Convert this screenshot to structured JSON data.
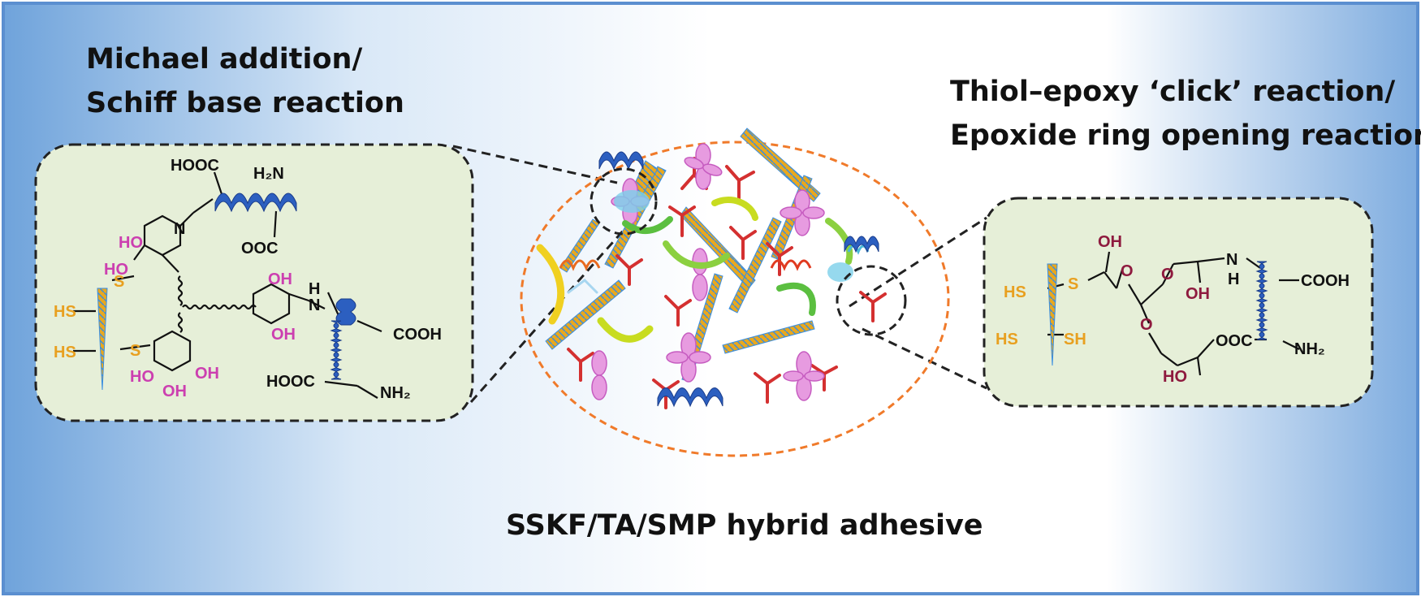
{
  "titles": {
    "left_line1": "Michael addition/",
    "left_line2": "Schiff base reaction",
    "right_line1": "Thiol–epoxy ‘click’ reaction/",
    "right_line2": "Epoxide ring opening reaction",
    "caption": "SSKF/TA/SMP hybrid adhesive"
  },
  "left_panel": {
    "hooc_top": "HOOC",
    "h2n": "H₂N",
    "ooc": "OOC",
    "n_imine": "N",
    "ho_1": "HO",
    "ho_2": "HO",
    "s_1": "S",
    "s_2": "S",
    "hs_1": "HS",
    "hs_2": "HS",
    "ho_3": "HO",
    "oh_bottom": "OH",
    "oh_right_ring": "OH",
    "oh_3": "OH",
    "oh_4": "OH",
    "nh": "H",
    "nh_n": "N",
    "cooh": "COOH",
    "hooc_bottom": "HOOC",
    "nh2": "NH₂"
  },
  "right_panel": {
    "hs_1": "HS",
    "hs_2": "HS",
    "sh": "SH",
    "s": "S",
    "oh_1": "OH",
    "o_1": "O",
    "o_2": "O",
    "o_3": "O",
    "oh_2": "OH",
    "nh_n": "N",
    "nh_h": "H",
    "cooh": "COOH",
    "ooc": "OOC",
    "nh2": "NH₂",
    "ho": "HO"
  },
  "colors": {
    "frame": "#5b8fd0",
    "panel_fill": "#e6efd8",
    "ellipse": "#f07a2a",
    "helix": "#2c5fc0",
    "sulfur": "#e8a020",
    "hydroxyl_pink": "#cc3fb0",
    "hydroxyl_maroon": "#8e1a3e",
    "tannic_red": "#d43030",
    "lobe_pink": "#e79be0"
  }
}
